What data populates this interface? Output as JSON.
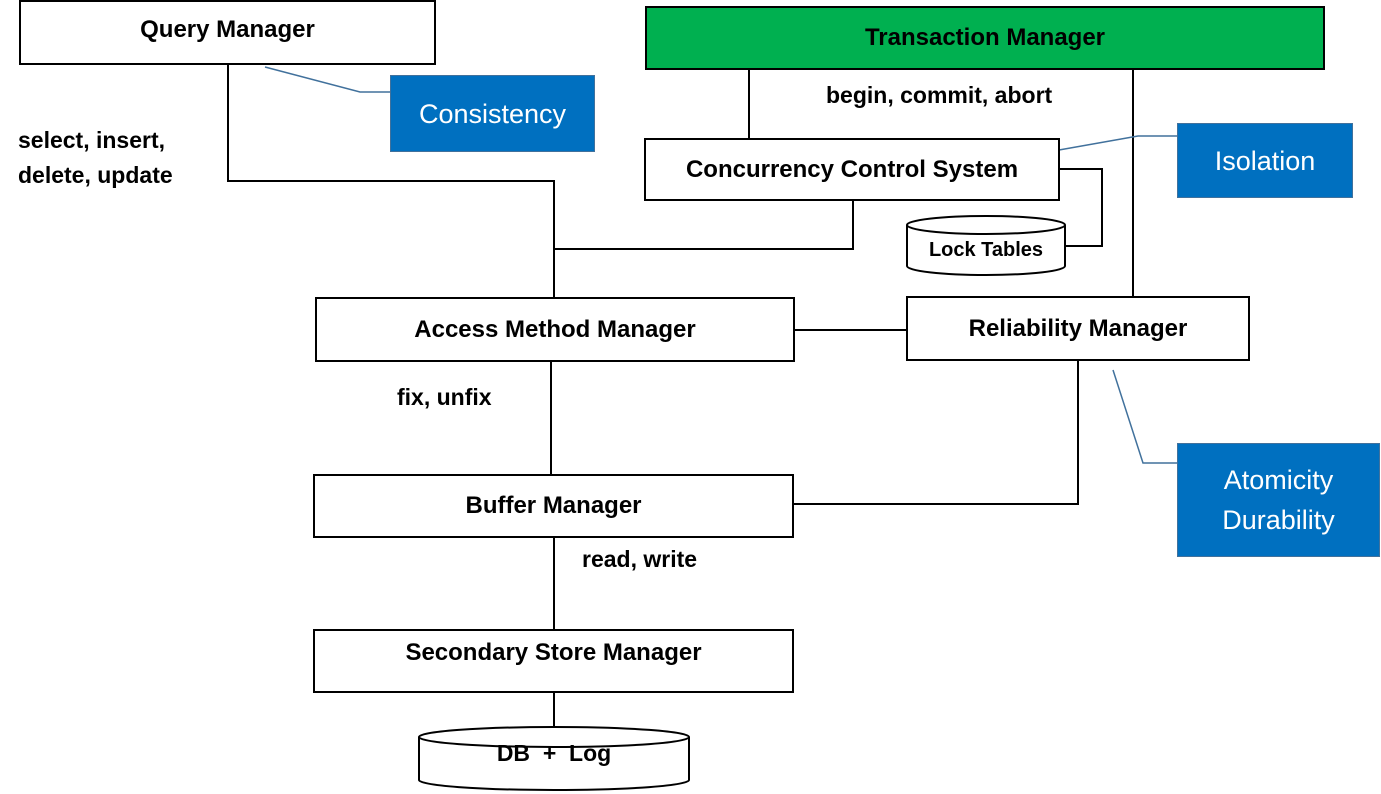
{
  "components": {
    "query_manager": "Query Manager",
    "transaction_manager": "Transaction Manager",
    "concurrency_control": "Concurrency Control System",
    "lock_tables": "Lock Tables",
    "access_method_manager": "Access Method Manager",
    "reliability_manager": "Reliability Manager",
    "buffer_manager": "Buffer Manager",
    "secondary_store_manager": "Secondary Store Manager",
    "db_log": "DB  +  Log"
  },
  "edge_labels": {
    "queries_line1": "select, insert,",
    "queries_line2": "delete, update",
    "transactions": "begin, commit, abort",
    "fix_unfix": "fix, unfix",
    "read_write": "read, write"
  },
  "properties": {
    "consistency": "Consistency",
    "isolation": "Isolation",
    "atomicity": "Atomicity",
    "durability": "Durability"
  },
  "colors": {
    "transaction_manager_fill": "#00b050",
    "property_fill": "#0070c0",
    "property_leader": "#41719c"
  }
}
